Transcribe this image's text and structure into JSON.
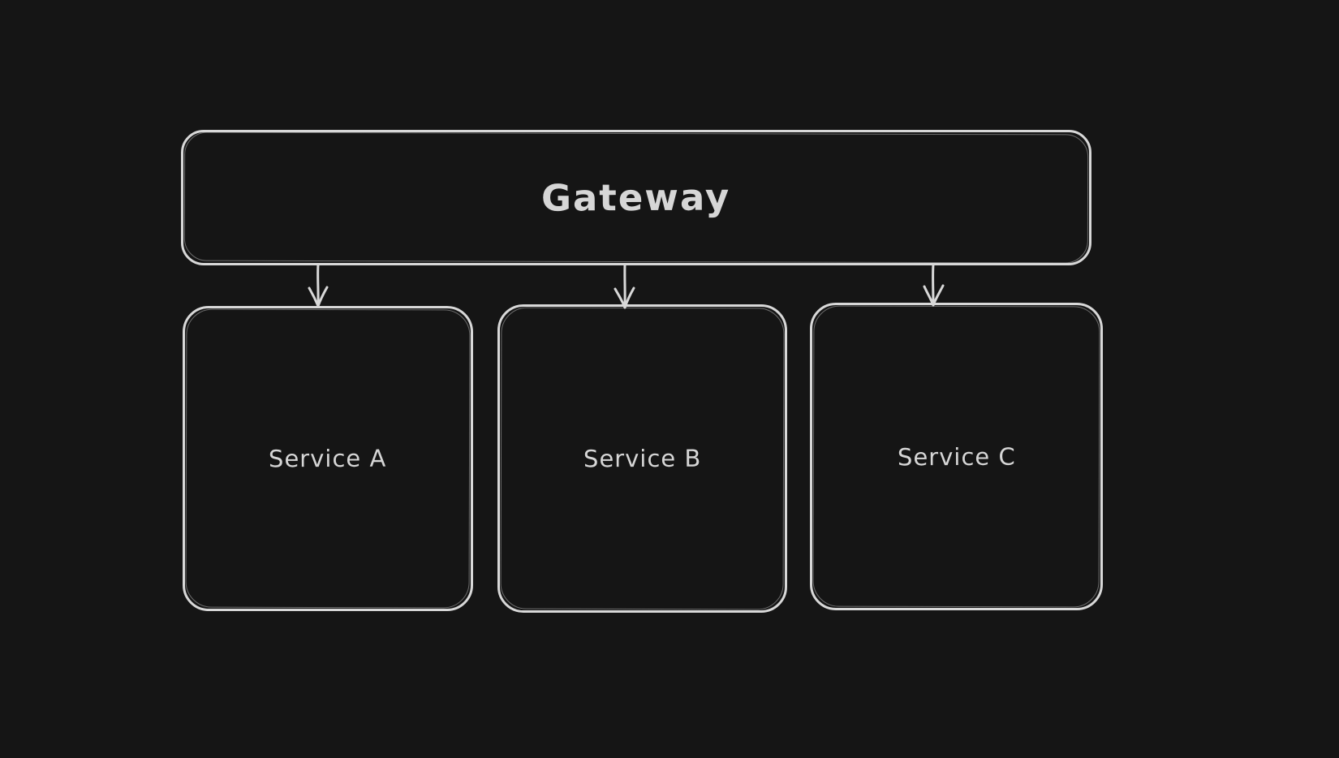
{
  "colors": {
    "background": "#151515",
    "stroke": "#d8d8d8",
    "text": "#d6d6d6"
  },
  "diagram": {
    "nodes": [
      {
        "id": "gateway",
        "label": "Gateway"
      },
      {
        "id": "service-a",
        "label": "Service A"
      },
      {
        "id": "service-b",
        "label": "Service B"
      },
      {
        "id": "service-c",
        "label": "Service C"
      }
    ],
    "edges": [
      {
        "from": "gateway",
        "to": "service-a",
        "type": "arrow",
        "direction": "down"
      },
      {
        "from": "gateway",
        "to": "service-b",
        "type": "arrow",
        "direction": "down"
      },
      {
        "from": "gateway",
        "to": "service-c",
        "type": "arrow",
        "direction": "down"
      }
    ]
  }
}
